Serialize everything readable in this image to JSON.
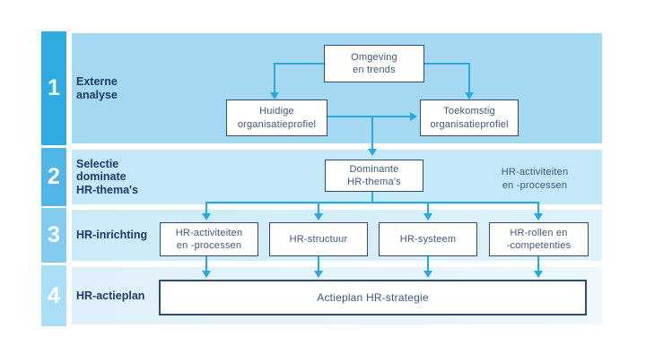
{
  "colors": {
    "arrow": "#2aa9e1",
    "row_label_text": "#1e3a69",
    "box_border": "#2f4b6e",
    "box_text": "#3d5781",
    "row_bands": [
      "#a4d9f1",
      "#c3e8f8",
      "#cbeaf8",
      "#dff0fa"
    ],
    "row_number_tabs": [
      "#2fabe2",
      "#4fb6e7",
      "#84ccef",
      "#a9def6"
    ],
    "number_text": "#ffffff"
  },
  "rows": [
    {
      "number": "1",
      "label": "Externe\nanalyse"
    },
    {
      "number": "2",
      "label": "Selectie\ndominate\nHR-thema's"
    },
    {
      "number": "3",
      "label": "HR-inrichting"
    },
    {
      "number": "4",
      "label": "HR-actieplan"
    }
  ],
  "boxes": {
    "omgeving": "Omgeving\nen trends",
    "huidige": "Huidige\norganisatieprofiel",
    "toekomstig": "Toekomstig\norganisatieprofiel",
    "dominante": "Dominante\nHR-thema's",
    "note": "HR-activiteiten\nen -processen",
    "inrichting": [
      "HR-activiteiten\nen -processen",
      "HR-structuur",
      "HR-systeem",
      "HR-rollen en\n-competenties"
    ],
    "actieplan": "Actieplan HR-strategie"
  }
}
